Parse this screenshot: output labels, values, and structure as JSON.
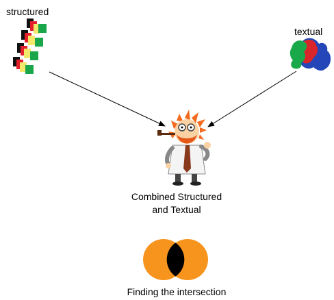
{
  "labels": {
    "structured": "structured",
    "textual": "textual",
    "combined": "Combined Structured and Textual",
    "finding": "Finding the intersection"
  },
  "icons": {
    "structured": "stacked-colored-blocks-icon",
    "textual": "colored-puzzle-blob-icon",
    "combined": "mad-scientist-icon",
    "intersection": "venn-intersection-icon"
  },
  "colors": {
    "block_black": "#111111",
    "block_red": "#e3202a",
    "block_yellow": "#f2e86c",
    "block_green": "#1aa64a",
    "blob_green": "#19a84a",
    "blob_red": "#d9262b",
    "blob_blue": "#2446b8",
    "venn_orange": "#f7941d",
    "venn_overlap": "#000000",
    "arrow": "#000000"
  }
}
